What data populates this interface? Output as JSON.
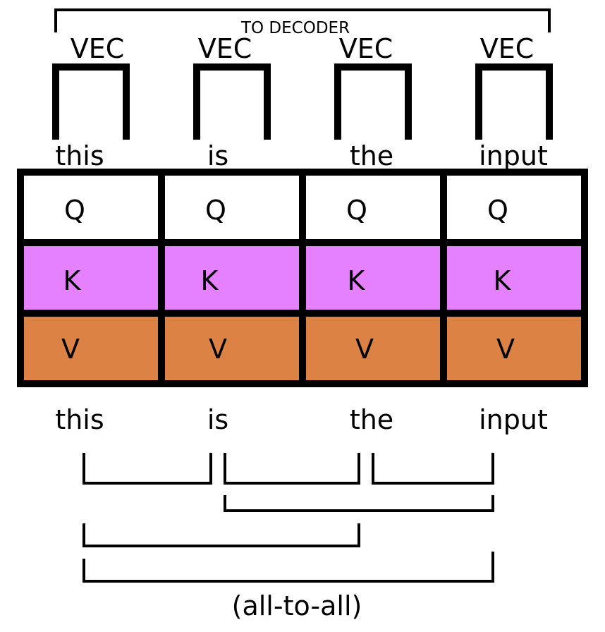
{
  "top_bracket": {
    "label": "TO DECODER"
  },
  "vec_label": "VEC",
  "tokens": [
    "this",
    "is",
    "the",
    "input"
  ],
  "rows": [
    {
      "key": "q",
      "label": "Q",
      "color": "#ffffff"
    },
    {
      "key": "k",
      "label": "K",
      "color": "#e580ff"
    },
    {
      "key": "v",
      "label": "V",
      "color": "#dc8245"
    }
  ],
  "footer": {
    "label": "(all-to-all)"
  }
}
